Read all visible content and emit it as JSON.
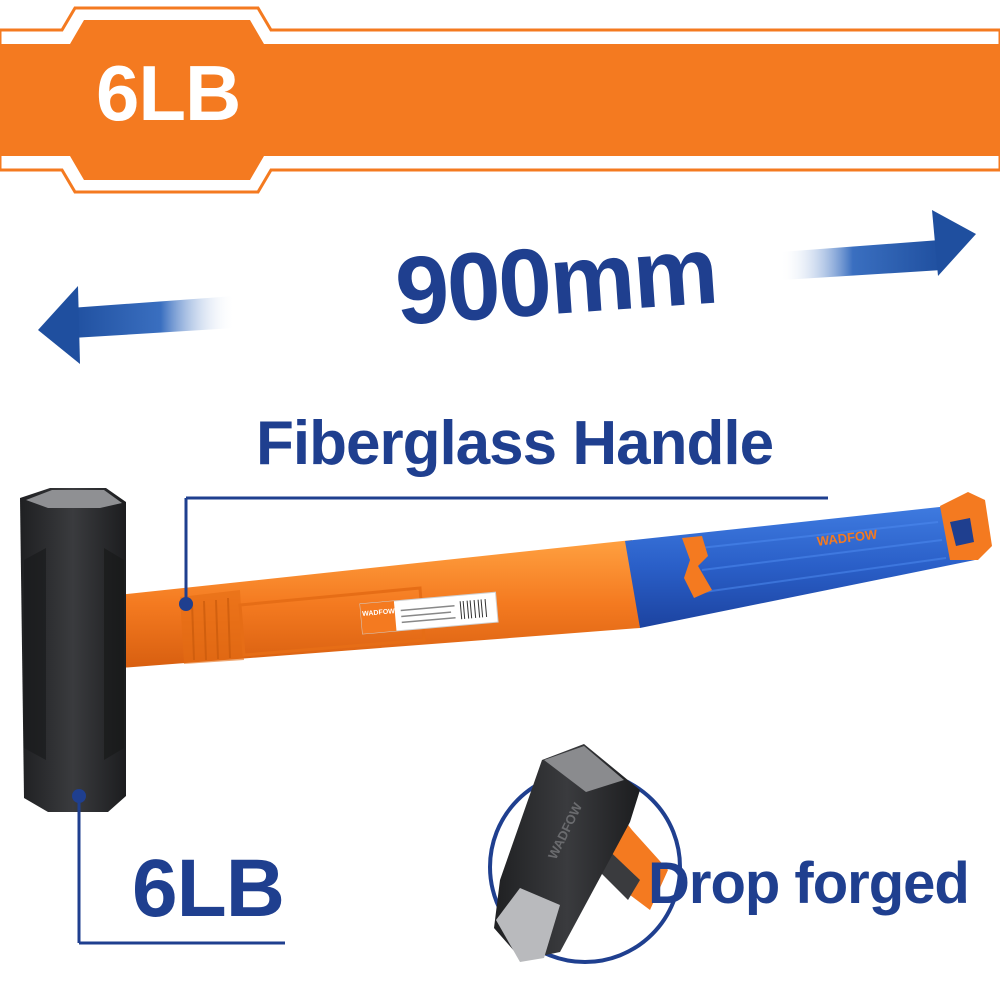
{
  "banner": {
    "weight": "6LB"
  },
  "dimensions": {
    "length": "900mm"
  },
  "callouts": {
    "handle": "Fiberglass Handle",
    "weight": "6LB",
    "forged": "Drop forged"
  },
  "brand": {
    "name": "WADFOW"
  },
  "colors": {
    "orange": "#f47a20",
    "blue": "#1f3f8f",
    "grip_blue": "#2a5fc8",
    "steel": "#2e2f31"
  },
  "icons": {
    "left_arrow": "arrow-left-icon",
    "right_arrow": "arrow-right-icon"
  }
}
